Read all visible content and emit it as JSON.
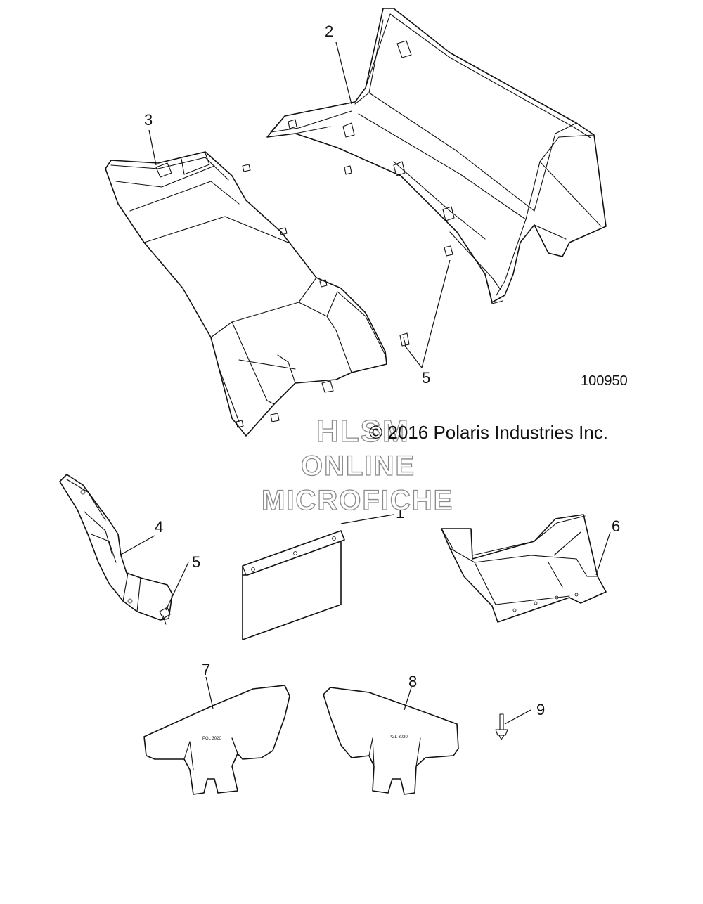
{
  "diagram": {
    "drawing_number": "100950",
    "copyright": "© 2016 Polaris Industries Inc.",
    "watermark": [
      "HLSM",
      "ONLINE",
      "MICROFICHE"
    ],
    "part_marking": "PGL 3020",
    "callouts": {
      "p1": "1",
      "p2": "2",
      "p3": "3",
      "p4": "4",
      "p5_upper": "5",
      "p5_lower": "5",
      "p6": "6",
      "p7": "7",
      "p8": "8",
      "p9": "9"
    }
  }
}
